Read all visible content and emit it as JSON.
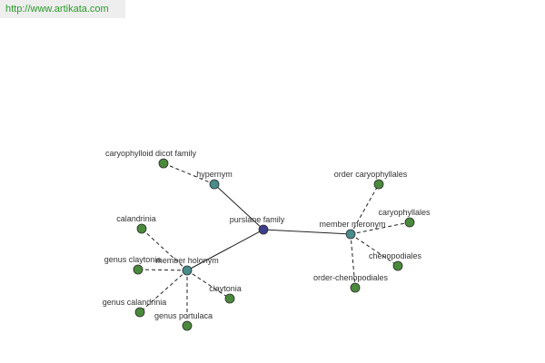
{
  "banner": {
    "url": "http://www.artikata.com"
  },
  "colors": {
    "center": "#3b3f8a",
    "relation": "#4a8c8c",
    "leaf": "#4a8a3c"
  },
  "graph": {
    "nodes": [
      {
        "id": "purslane",
        "label": "purslane family",
        "kind": "center"
      },
      {
        "id": "hypernym",
        "label": "hypernym",
        "kind": "relation"
      },
      {
        "id": "meronym",
        "label": "member meronym",
        "kind": "relation"
      },
      {
        "id": "holonym",
        "label": "member holonym",
        "kind": "relation"
      },
      {
        "id": "caryo_dicot",
        "label": "caryophylloid dicot family",
        "kind": "leaf"
      },
      {
        "id": "order_caryo",
        "label": "order caryophyllales",
        "kind": "leaf"
      },
      {
        "id": "caryophyllales",
        "label": "caryophyllales",
        "kind": "leaf"
      },
      {
        "id": "chenopodiales",
        "label": "chenopodiales",
        "kind": "leaf"
      },
      {
        "id": "order_cheno",
        "label": "order-chenopodiales",
        "kind": "leaf"
      },
      {
        "id": "calandrinia",
        "label": "calandrinia",
        "kind": "leaf"
      },
      {
        "id": "genus_claytonia",
        "label": "genus claytonia",
        "kind": "leaf"
      },
      {
        "id": "genus_calandrinia",
        "label": "genus calandrinia",
        "kind": "leaf"
      },
      {
        "id": "genus_portulaca",
        "label": "genus portulaca",
        "kind": "leaf"
      },
      {
        "id": "claytonia",
        "label": "claytonia",
        "kind": "leaf"
      }
    ],
    "edges": [
      {
        "from": "purslane",
        "to": "hypernym",
        "style": "solid"
      },
      {
        "from": "purslane",
        "to": "meronym",
        "style": "solid"
      },
      {
        "from": "purslane",
        "to": "holonym",
        "style": "solid"
      },
      {
        "from": "hypernym",
        "to": "caryo_dicot",
        "style": "dashed"
      },
      {
        "from": "meronym",
        "to": "order_caryo",
        "style": "dashed"
      },
      {
        "from": "meronym",
        "to": "caryophyllales",
        "style": "dashed"
      },
      {
        "from": "meronym",
        "to": "chenopodiales",
        "style": "dashed"
      },
      {
        "from": "meronym",
        "to": "order_cheno",
        "style": "dashed"
      },
      {
        "from": "holonym",
        "to": "calandrinia",
        "style": "dashed"
      },
      {
        "from": "holonym",
        "to": "genus_claytonia",
        "style": "dashed"
      },
      {
        "from": "holonym",
        "to": "genus_calandrinia",
        "style": "dashed"
      },
      {
        "from": "holonym",
        "to": "genus_portulaca",
        "style": "dashed"
      },
      {
        "from": "holonym",
        "to": "claytonia",
        "style": "dashed"
      }
    ]
  }
}
